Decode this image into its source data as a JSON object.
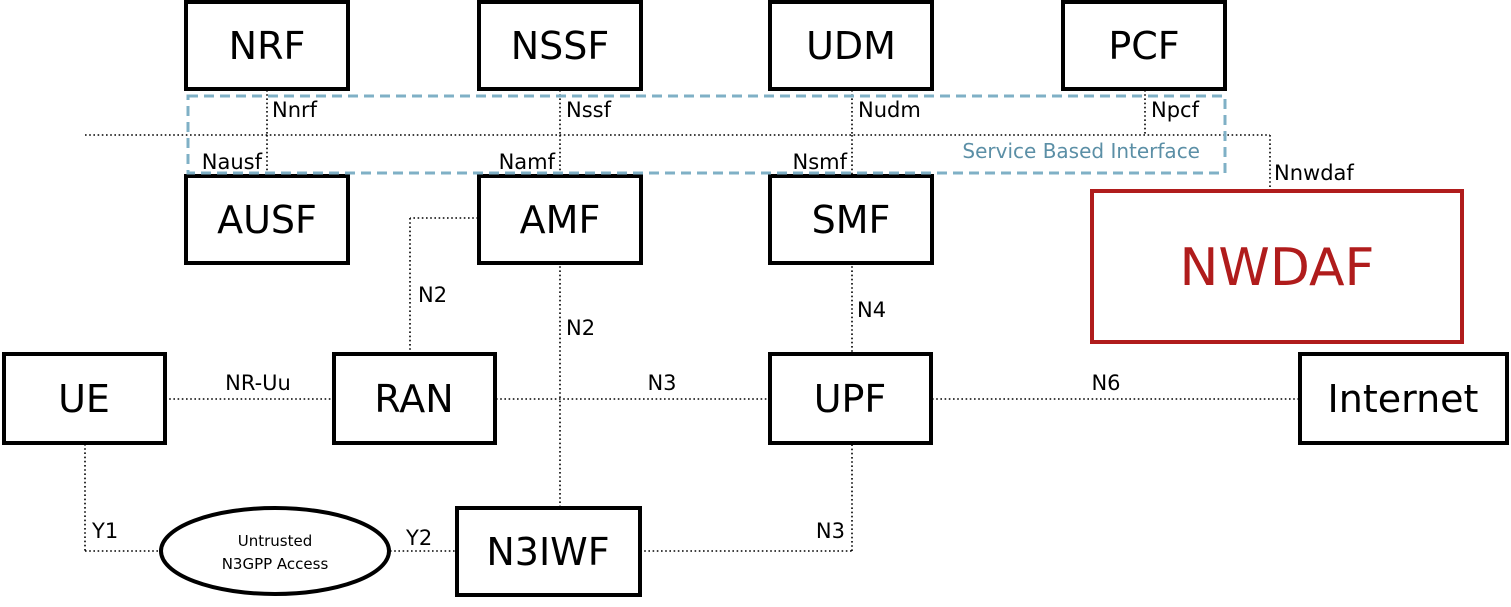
{
  "nodes": {
    "nrf": "NRF",
    "nssf": "NSSF",
    "udm": "UDM",
    "pcf": "PCF",
    "ausf": "AUSF",
    "amf": "AMF",
    "smf": "SMF",
    "nwdaf": "NWDAF",
    "ue": "UE",
    "ran": "RAN",
    "upf": "UPF",
    "internet": "Internet",
    "n3iwf": "N3IWF",
    "untrusted_line1": "Untrusted",
    "untrusted_line2": "N3GPP Access"
  },
  "interfaces": {
    "nnrf": "Nnrf",
    "nssf": "Nssf",
    "nudm": "Nudm",
    "npcf": "Npcf",
    "nausf": "Nausf",
    "namf": "Namf",
    "nsmf": "Nsmf",
    "nnwdaf": "Nnwdaf",
    "n2_ran": "N2",
    "n2_n3iwf": "N2",
    "n4": "N4",
    "nr_uu": "NR-Uu",
    "n3_ran_upf": "N3",
    "n6": "N6",
    "y1": "Y1",
    "y2": "Y2",
    "n3_n3iwf_upf": "N3"
  },
  "service_based_interface": "Service Based Interface",
  "colors": {
    "nwdaf_accent": "#b01c1c",
    "sbi_box": "#7fb0c6",
    "sbi_text": "#5b8fa6"
  }
}
